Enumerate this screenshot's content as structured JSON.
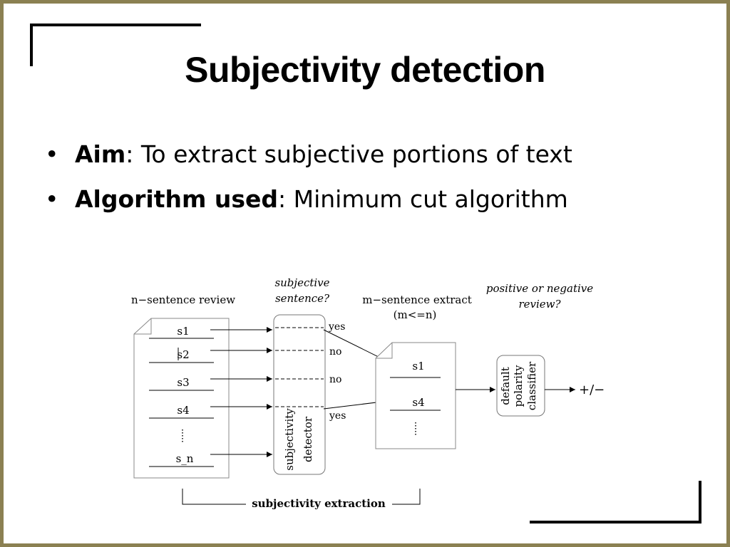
{
  "slide": {
    "title": "Subjectivity detection",
    "bullets": [
      {
        "term": "Aim",
        "text": ": To extract subjective portions of text"
      },
      {
        "term": "Algorithm used",
        "text": ": Minimum cut algorithm"
      }
    ]
  },
  "diagram": {
    "review_label": "n−sentence review",
    "question_label_1": "subjective",
    "question_label_2": "sentence?",
    "extract_label_1": "m−sentence extract",
    "extract_label_2": "(m<=n)",
    "polarity_question_1": "positive or negative",
    "polarity_question_2": "review?",
    "sentences": [
      "s1",
      "s2",
      "s3",
      "s4",
      "s_n"
    ],
    "answers": [
      "yes",
      "no",
      "no",
      "yes"
    ],
    "extract_sentences": [
      "s1",
      "s4"
    ],
    "detector_line_1": "subjectivity",
    "detector_line_2": "detector",
    "classifier_line_1": "default",
    "classifier_line_2": "polarity",
    "classifier_line_3": "classifier",
    "output_label": "+/−",
    "bracket_label": "subjectivity extraction"
  }
}
